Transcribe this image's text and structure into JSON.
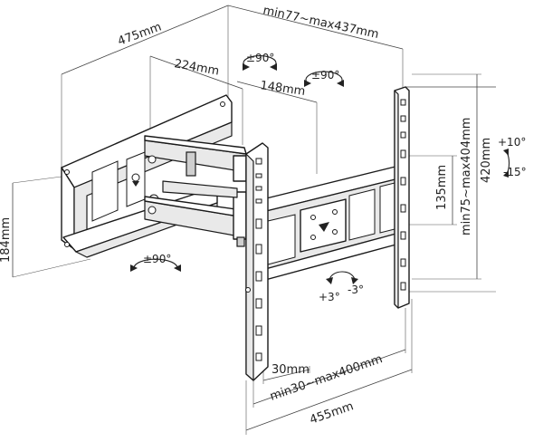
{
  "dimensions": {
    "arm_reach": "475mm",
    "arm_inner": "224mm",
    "arm_short": "148mm",
    "wall_plate_height": "184mm",
    "vertical_pitch": "135mm",
    "vertical_range": "min75~max404mm",
    "plate_height": "420mm",
    "top_range": "min77~max437mm",
    "horizontal_small": "30mm",
    "horizontal_range": "min30~max400mm",
    "plate_width": "455mm"
  },
  "rotations": {
    "swivel_top_left": "±90°",
    "swivel_top_right": "±90°",
    "swivel_bottom": "±90°",
    "tilt_up": "+10°",
    "tilt_down": "-15°",
    "level_plus": "+3°",
    "level_minus": "-3°"
  }
}
